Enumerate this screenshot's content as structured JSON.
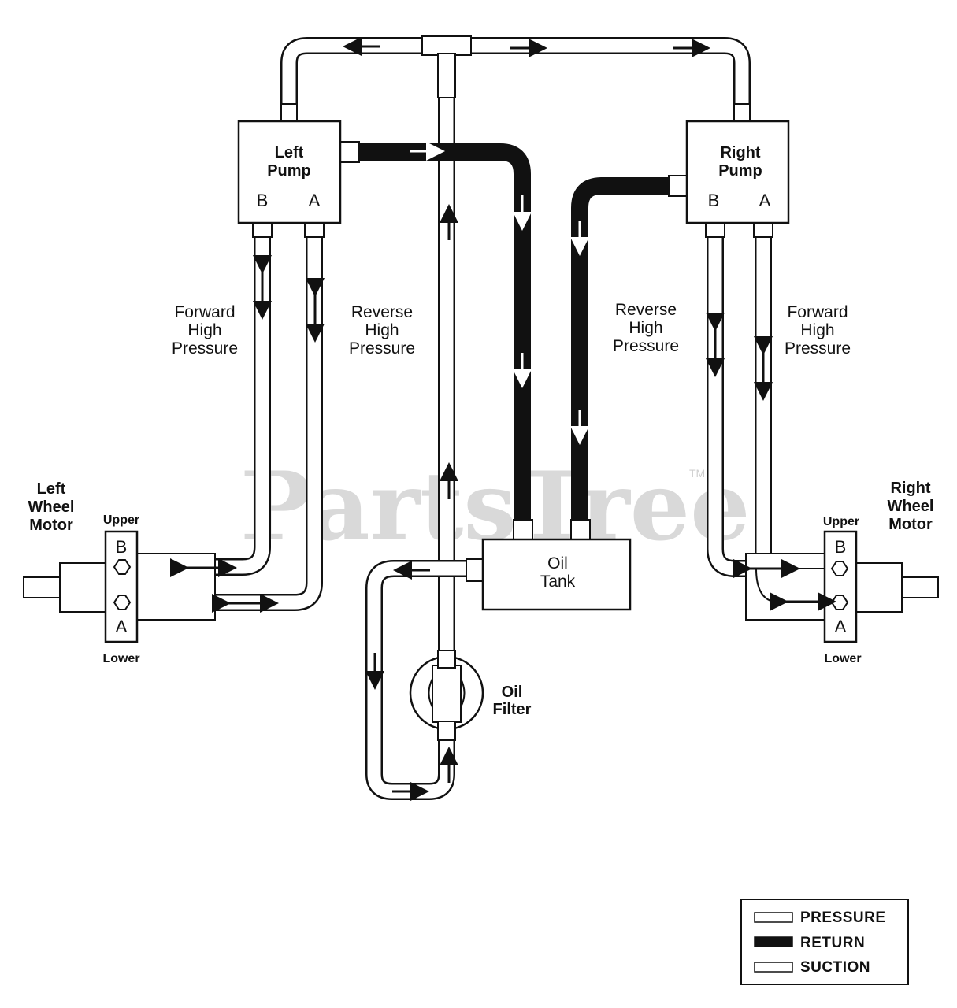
{
  "watermark": {
    "text": "PartsTree",
    "tm": "TM"
  },
  "left_pump": {
    "line1": "Left",
    "line2": "Pump",
    "port_b": "B",
    "port_a": "A"
  },
  "right_pump": {
    "line1": "Right",
    "line2": "Pump",
    "port_b": "B",
    "port_a": "A"
  },
  "left_lines": {
    "forward": [
      "Forward",
      "High",
      "Pressure"
    ],
    "reverse": [
      "Reverse",
      "High",
      "Pressure"
    ]
  },
  "right_lines": {
    "reverse": [
      "Reverse",
      "High",
      "Pressure"
    ],
    "forward": [
      "Forward",
      "High",
      "Pressure"
    ]
  },
  "left_motor": {
    "line1": "Left",
    "line2": "Wheel",
    "line3": "Motor",
    "upper": "Upper",
    "lower": "Lower",
    "port_b": "B",
    "port_a": "A"
  },
  "right_motor": {
    "line1": "Right",
    "line2": "Wheel",
    "line3": "Motor",
    "upper": "Upper",
    "lower": "Lower",
    "port_b": "B",
    "port_a": "A"
  },
  "oil_tank": {
    "line1": "Oil",
    "line2": "Tank"
  },
  "oil_filter": {
    "line1": "Oil",
    "line2": "Filter"
  },
  "legend": {
    "pressure": "PRESSURE",
    "return": "RETURN",
    "suction": "SUCTION"
  }
}
